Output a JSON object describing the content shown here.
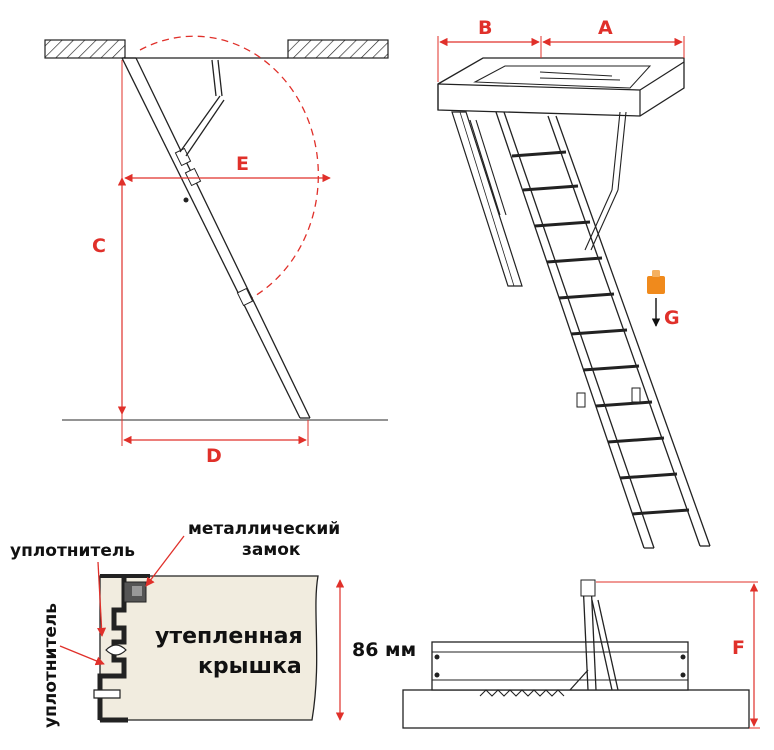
{
  "dimensions": {
    "A": "A",
    "B": "B",
    "C": "C",
    "D": "D",
    "E": "E",
    "F": "F",
    "G": "G"
  },
  "section": {
    "seal_top": "уплотнитель",
    "seal_side": "уплотнитель",
    "lock": [
      "металлический",
      "замок"
    ],
    "lid": [
      "утепленная",
      "крышка"
    ],
    "thickness": "86 мм"
  },
  "colors": {
    "accent": "#e0302a",
    "line": "#222222",
    "weight": "#f08a1c"
  },
  "icons": {
    "weight": "weight-icon",
    "arrow": "arrow-down-icon"
  }
}
